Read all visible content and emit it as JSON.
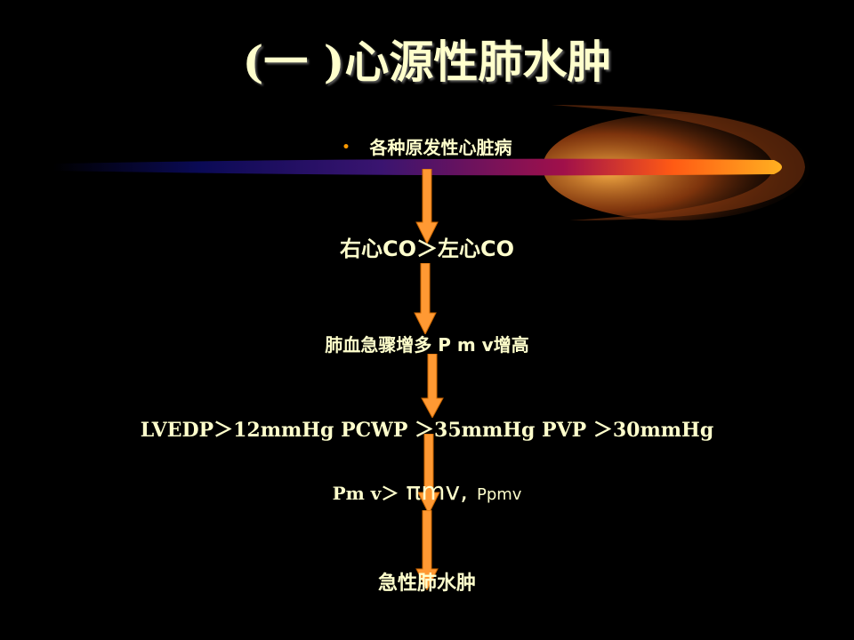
{
  "slide": {
    "title": "(一 )心源性肺水肿",
    "bullet": "各种原发性心脏病",
    "step1": "右心CO＞左心CO",
    "step2": "肺血急骤增多 P m v增高",
    "step3": "LVEDP＞12mmHg  PCWP ＞35mmHg  PVP ＞30mmHg",
    "step4_pm": "Pm v＞",
    "step4_pi": "πmv,",
    "step4_pp": "Ppmv",
    "step5": "急性肺水肿"
  },
  "colors": {
    "text": "#FFFFCC",
    "arrow": "#FF9933",
    "arrow_edge": "#CC6600",
    "bullet": "#FF9900"
  }
}
